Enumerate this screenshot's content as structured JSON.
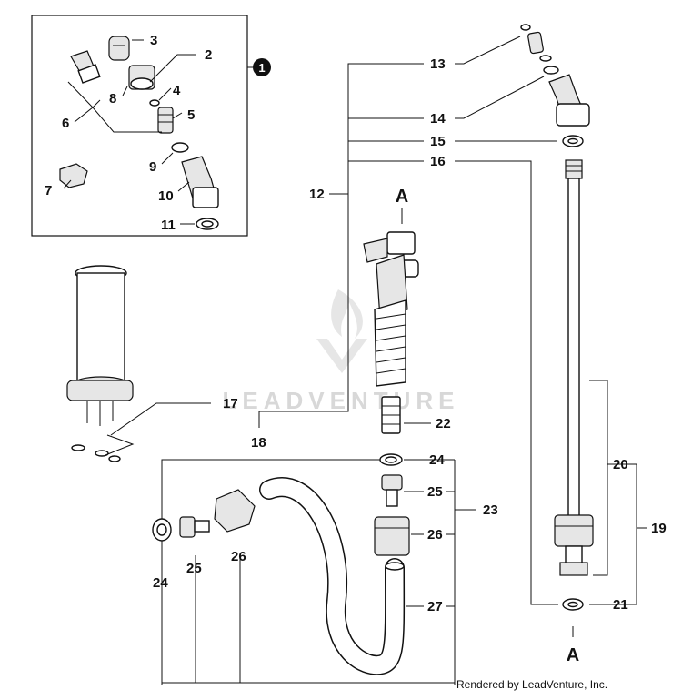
{
  "kit_marker": "1",
  "section_marker_top": "A",
  "section_marker_bottom": "A",
  "watermark": "LEADVENTURE",
  "footer": "Rendered by LeadVenture, Inc.",
  "callouts": {
    "c2": "2",
    "c3": "3",
    "c4": "4",
    "c5": "5",
    "c6": "6",
    "c7": "7",
    "c8": "8",
    "c9": "9",
    "c10": "10",
    "c11": "11",
    "c12": "12",
    "c13": "13",
    "c14": "14",
    "c15": "15",
    "c16": "16",
    "c17": "17",
    "c18": "18",
    "c19": "19",
    "c20": "20",
    "c21": "21",
    "c22": "22",
    "c23": "23",
    "c24a": "24",
    "c24b": "24",
    "c25a": "25",
    "c25b": "25",
    "c26a": "26",
    "c26b": "26",
    "c27": "27"
  }
}
